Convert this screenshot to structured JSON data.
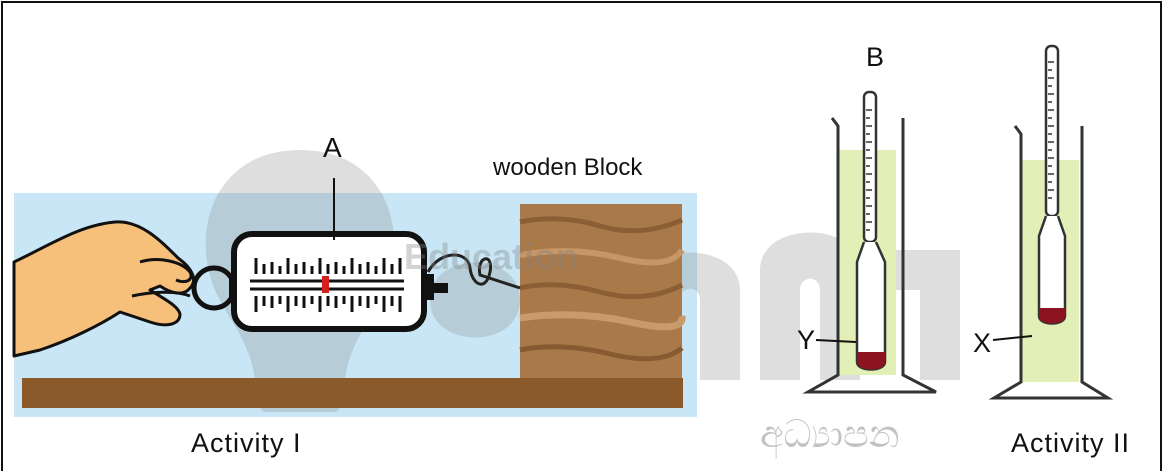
{
  "activity1": {
    "label_a": "A",
    "block_label": "wooden Block",
    "caption": "Activity I"
  },
  "activity2": {
    "label_b": "B",
    "label_y": "Y",
    "label_x": "X",
    "caption": "Activity II"
  },
  "watermark": {
    "text": "Education",
    "script": "අධ්‍යාපන"
  },
  "colors": {
    "background_panel": "#c8e6f5",
    "wood": "#a0703f",
    "table": "#8b5a2b",
    "liquid": "#e2f0b8",
    "bulb_fill": "#8b1420",
    "scale_marker": "#d62020",
    "skin": "#f7c07a"
  }
}
